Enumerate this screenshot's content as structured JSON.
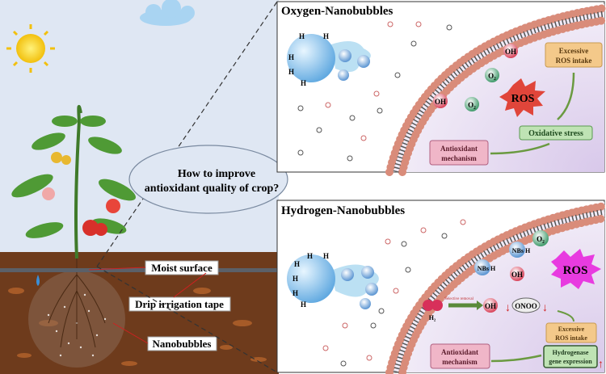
{
  "center_question": {
    "line1": "How to improve",
    "line2": "antioxidant quality of crop?"
  },
  "soil_labels": {
    "moist_surface": "Moist surface",
    "drip_tape": "Drip irrigation tape",
    "nanobubbles": "Nanobubbles"
  },
  "oxygen_panel": {
    "title": "Oxygen-Nanobubbles",
    "excessive_line1": "Excessive",
    "excessive_line2": "ROS intake",
    "oxidative_stress": "Oxidative stress",
    "antioxidant_line1": "Antioxidant",
    "antioxidant_line2": "mechanism",
    "ros": "ROS",
    "oh": "OH",
    "o2": "O₂",
    "h": "H"
  },
  "hydrogen_panel": {
    "title": "Hydrogen-Nanobubbles",
    "ros": "ROS",
    "nbs_h": "NBs H",
    "oh": "OH",
    "o2": "O₂",
    "onoo": "ONOO",
    "h2": "H₂",
    "selective_removal": "Selective removal",
    "excessive_line1": "Excessive",
    "excessive_line2": "ROS intake",
    "gene_line1": "Hydrogenase",
    "gene_line2": "gene expression",
    "antioxidant_line1": "Antioxidant",
    "antioxidant_line2": "mechanism",
    "h": "H"
  },
  "colors": {
    "sky": "#dfe7f3",
    "soil": "#6e3b1c",
    "cell": "#e6dcf0",
    "membrane": "#d98c7a",
    "ros_red": "#e0453a",
    "ros_magenta": "#e83be0"
  }
}
